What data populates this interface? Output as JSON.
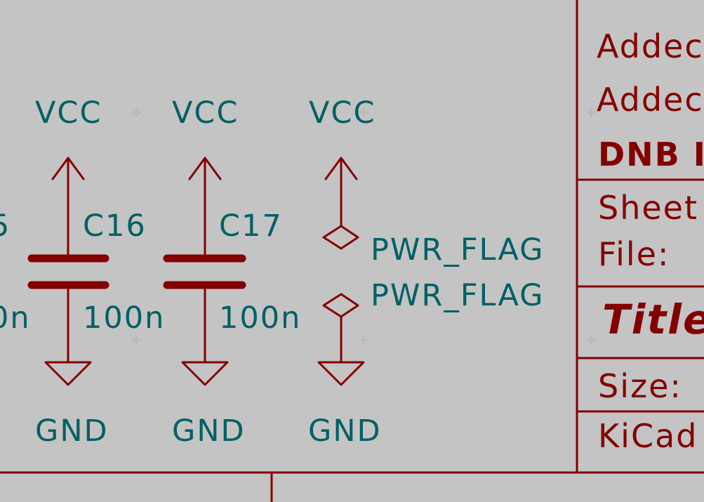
{
  "app": "KiCad Schematic Editor",
  "colors": {
    "background": "#f5f4ef",
    "grid": "#c4c4c4",
    "wire": "#840000",
    "label": "#006064",
    "title_block": "#840000"
  },
  "power_symbols": {
    "vcc": [
      "VCC",
      "VCC",
      "VCC"
    ],
    "gnd": [
      "GND",
      "GND",
      "GND"
    ]
  },
  "components": [
    {
      "ref": "5",
      "value": "0n",
      "partial": true
    },
    {
      "ref": "C16",
      "value": "100n"
    },
    {
      "ref": "C17",
      "value": "100n"
    }
  ],
  "pwr_flags": [
    "PWR_FLAG",
    "PWR_FLAG"
  ],
  "title_block": {
    "comment1": "Addec",
    "comment2": "Addec",
    "company": "DNB I",
    "sheet": "Sheet",
    "file": "File:",
    "title": "Title",
    "size": "Size:",
    "kicad": "KiCad"
  }
}
